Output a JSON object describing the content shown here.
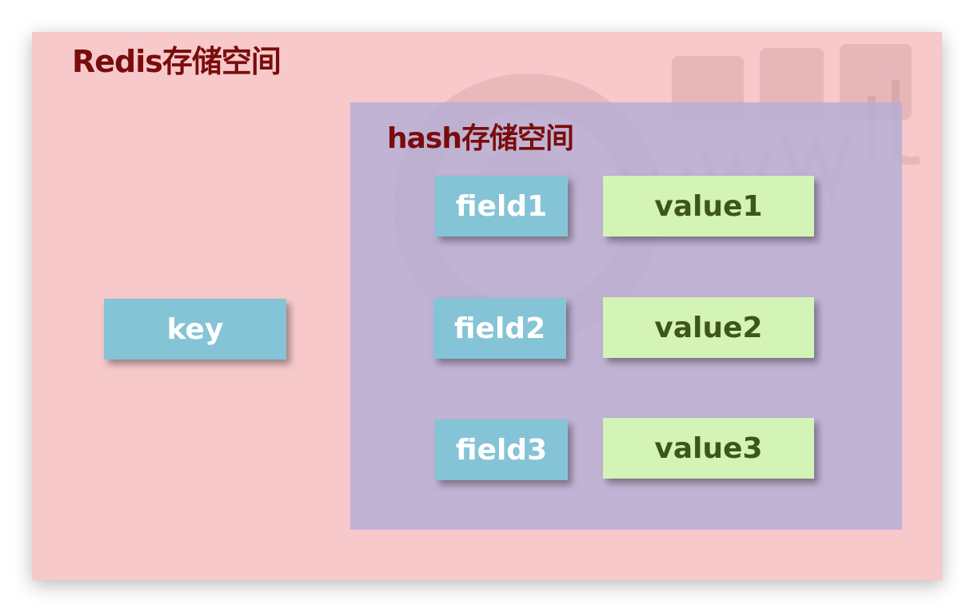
{
  "outer": {
    "title": "Redis存储空间"
  },
  "inner": {
    "title": "hash存储空间"
  },
  "key": {
    "label": "key"
  },
  "pairs": [
    {
      "field": "field1",
      "value": "value1"
    },
    {
      "field": "field2",
      "value": "value2"
    },
    {
      "field": "field3",
      "value": "value3"
    }
  ],
  "colors": {
    "outer_bg": "#f7c9cb",
    "inner_bg": "#b5afd6",
    "key_bg": "#85c4d6",
    "value_bg": "#d3f4b6",
    "title_text": "#7a0c0c",
    "value_text": "#3e5719"
  }
}
